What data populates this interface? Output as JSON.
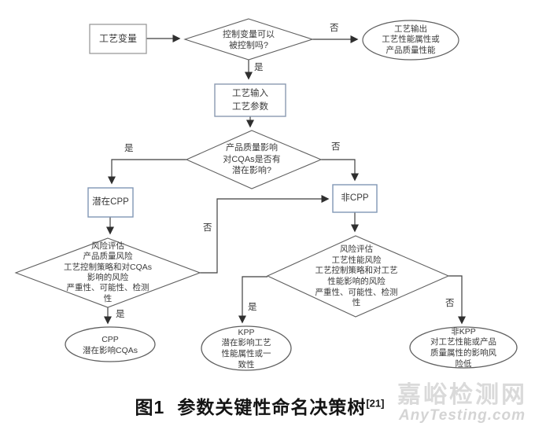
{
  "diagram": {
    "nodes": {
      "process_variable": "工艺变量",
      "control_decision": "控制变量可以\n被控制吗?",
      "process_output": "工艺输出\n工艺性能属性或\n产品质量性能",
      "process_input": "工艺输入\n工艺参数",
      "quality_impact_decision": "产品质量影响\n对CQAs是否有\n潜在影响?",
      "potential_cpp": "潜在CPP",
      "non_cpp": "非CPP",
      "risk_quality": "风险评估\n产品质量风险\n工艺控制策略和对CQAs\n影响的风险\n严重性、可能性、检测\n性",
      "risk_performance": "风险评估\n工艺性能风险\n工艺控制策略和对工艺\n性能影响的风险\n严重性、可能性、检测\n性",
      "cpp": "CPP\n潜在影响CQAs",
      "kpp": "KPP\n潜在影响工艺\n性能属性或一\n致性",
      "non_kpp": "非KPP\n对工艺性能或产品\n质量属性的影响风\n险低"
    },
    "edge_labels": {
      "no_top": "否",
      "yes_top": "是",
      "yes_left": "是",
      "no_right": "否",
      "no_mid": "否",
      "yes_bottom_left": "是",
      "yes_bottom_mid": "是",
      "no_bottom_right": "否"
    },
    "colors": {
      "line": "#3f3f3f",
      "box_border_gray": "#9a9a9a",
      "box_border_blue": "#8096b5",
      "shape_border": "#5f5f5f",
      "text": "#3a3a3a"
    }
  },
  "caption": {
    "figure_label": "图1",
    "title": "参数关键性命名决策树",
    "reference": "[21]"
  },
  "watermark": {
    "site_name": "嘉峪检测网",
    "site_url": "AnyTesting.com"
  }
}
